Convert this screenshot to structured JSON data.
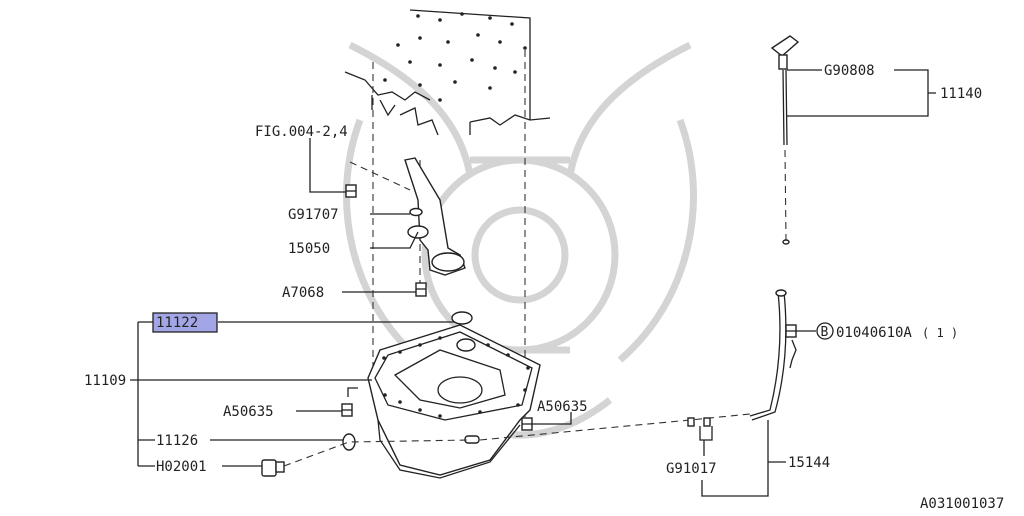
{
  "diagram": {
    "callouts": {
      "fig_ref": "FIG.004-2,4",
      "g91707": "G91707",
      "p15050": "15050",
      "a7068": "A7068",
      "p11122": "11122",
      "p11109": "11109",
      "a50635_left": "A50635",
      "a50635_right": "A50635",
      "p11126": "11126",
      "h02001": "H02001",
      "g90808": "G90808",
      "p11140": "11140",
      "bolt_code": "01040610A",
      "bolt_qty": "( 1 )",
      "bolt_marker": "B",
      "g91017": "G91017",
      "p15144": "15144"
    },
    "highlight_color": "#a3a6e6",
    "diagram_id": "A031001037"
  }
}
